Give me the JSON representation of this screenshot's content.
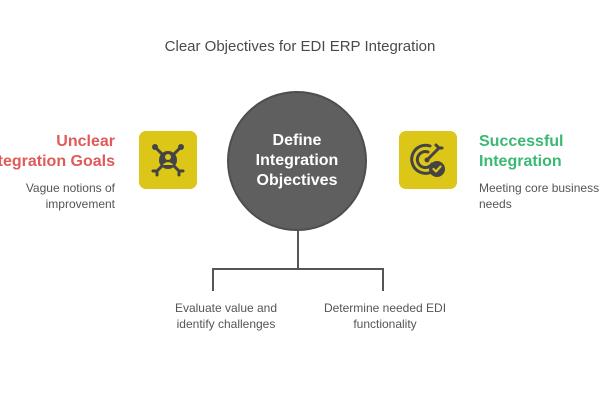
{
  "title": "Clear Objectives for EDI ERP Integration",
  "center": {
    "lines": [
      "Define",
      "Integration",
      "Objectives"
    ]
  },
  "left": {
    "title_lines": [
      "Unclear",
      "Integration Goals"
    ],
    "desc_lines": [
      "Vague notions of",
      "improvement"
    ],
    "icon": "person-network-icon",
    "color": "#e05a5a"
  },
  "right": {
    "title_lines": [
      "Successful",
      "Integration"
    ],
    "desc_lines": [
      "Meeting core business",
      "needs"
    ],
    "icon": "target-check-icon",
    "color": "#3bb873"
  },
  "branches": [
    {
      "lines": [
        "Evaluate value and",
        "identify challenges"
      ]
    },
    {
      "lines": [
        "Determine needed EDI",
        "functionality"
      ]
    }
  ],
  "colors": {
    "icon_bg": "#dcc618",
    "circle": "#5f5f5f"
  }
}
